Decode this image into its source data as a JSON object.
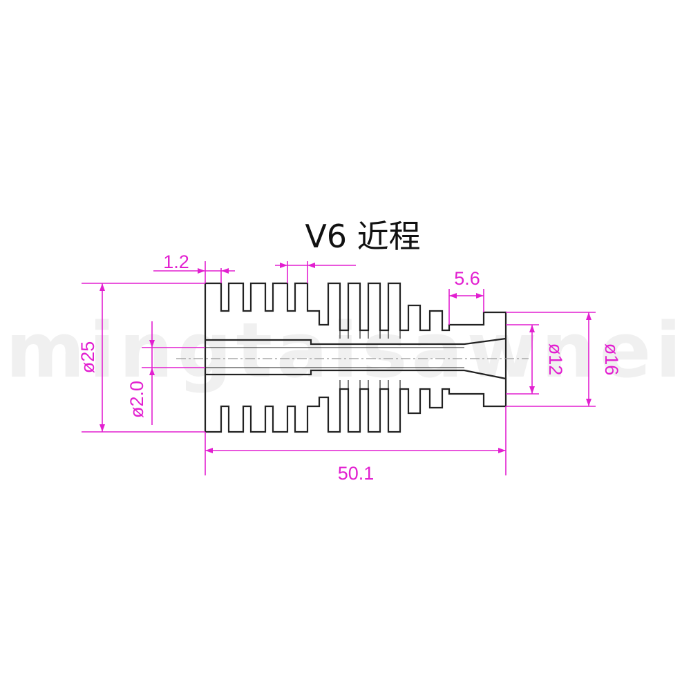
{
  "title": "V6 近程",
  "watermark": "mingtaisawnei",
  "colors": {
    "outline": "#222222",
    "dimension": "#e21fd0",
    "centerline": "#999999",
    "watermark": "#f0f0f0"
  },
  "dimensions": {
    "fin_thickness_left": "1.2",
    "fin_pitch_top": "",
    "step_width": "5.6",
    "outer_diameter": "ø25",
    "bore_diameter": "ø2.0",
    "neck_diameter": "ø12",
    "shoulder_diameter": "ø16",
    "overall_length": "50.1"
  }
}
